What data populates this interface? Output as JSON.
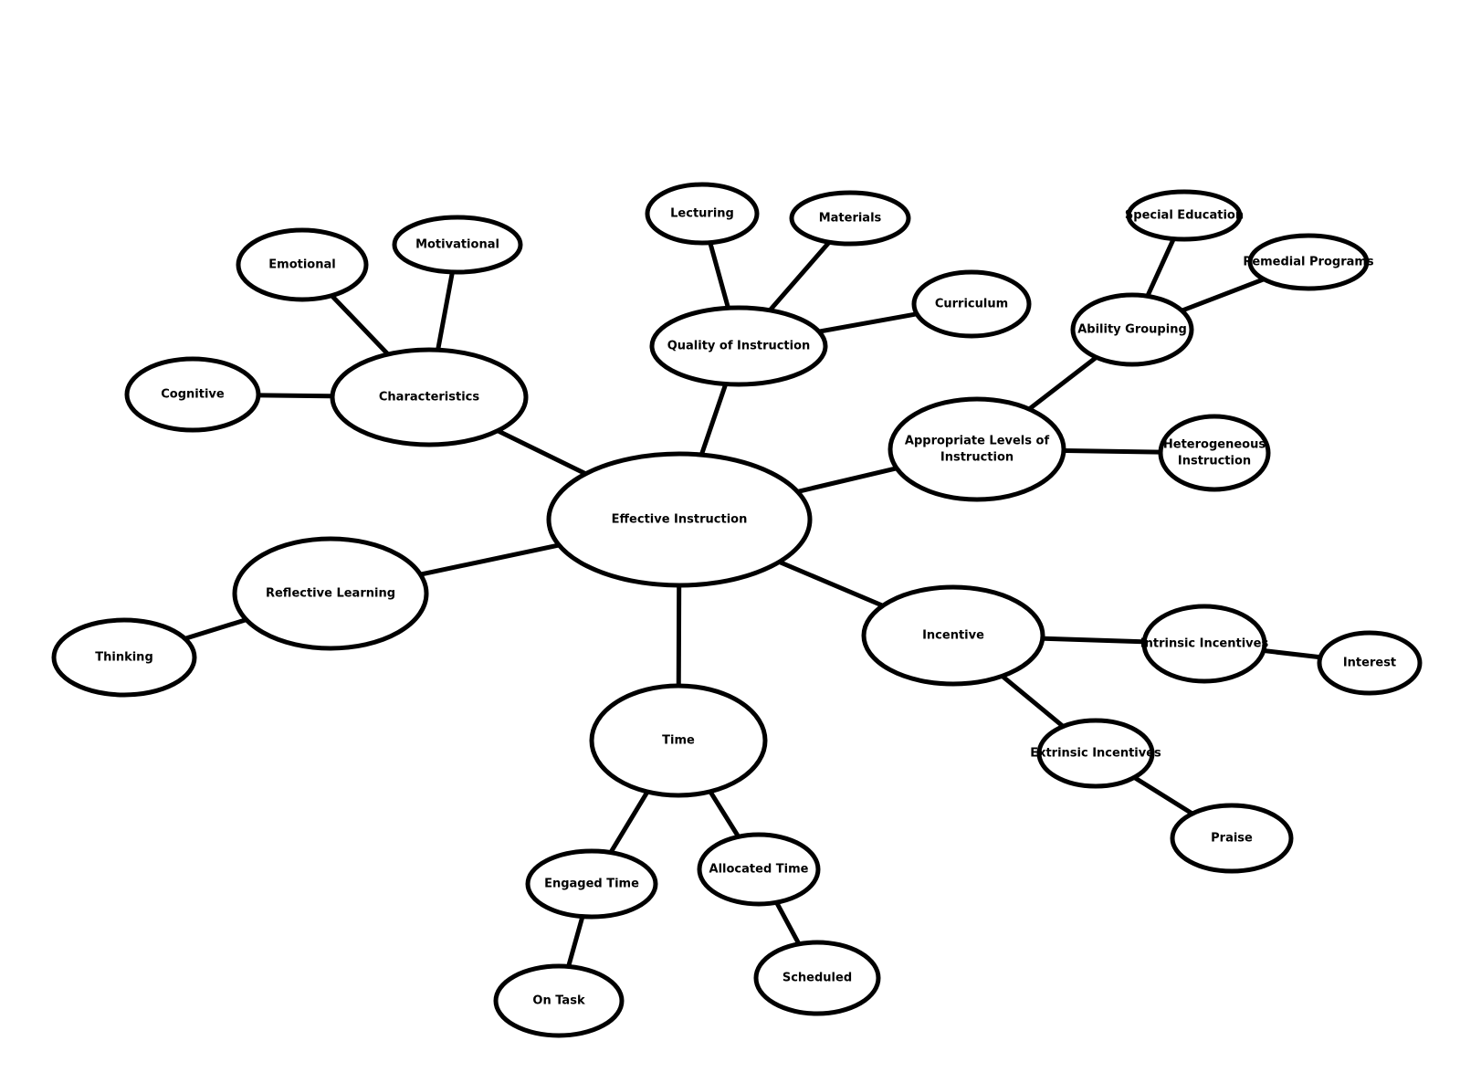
{
  "colors": {
    "background": "#ffffff",
    "stroke": "#000000",
    "text": "#000000"
  },
  "nodes": [
    {
      "id": "effective-instruction",
      "label": [
        "Effective Instruction"
      ]
    },
    {
      "id": "characteristics",
      "label": [
        "Characteristics"
      ]
    },
    {
      "id": "emotional",
      "label": [
        "Emotional"
      ]
    },
    {
      "id": "motivational",
      "label": [
        "Motivational"
      ]
    },
    {
      "id": "cognitive",
      "label": [
        "Cognitive"
      ]
    },
    {
      "id": "quality-of-instruction",
      "label": [
        "Quality of Instruction"
      ]
    },
    {
      "id": "lecturing",
      "label": [
        "Lecturing"
      ]
    },
    {
      "id": "materials",
      "label": [
        "Materials"
      ]
    },
    {
      "id": "curriculum",
      "label": [
        "Curriculum"
      ]
    },
    {
      "id": "appropriate-levels",
      "label": [
        "Appropriate Levels of",
        "Instruction"
      ]
    },
    {
      "id": "ability-grouping",
      "label": [
        "Ability Grouping"
      ]
    },
    {
      "id": "special-education",
      "label": [
        "Special Education"
      ]
    },
    {
      "id": "remedial-programs",
      "label": [
        "Remedial Programs"
      ]
    },
    {
      "id": "heterogeneous-instruction",
      "label": [
        "Heterogeneous",
        "Instruction"
      ]
    },
    {
      "id": "incentive",
      "label": [
        "Incentive"
      ]
    },
    {
      "id": "intrinsic-incentives",
      "label": [
        "Intrinsic Incentives"
      ]
    },
    {
      "id": "interest",
      "label": [
        "Interest"
      ]
    },
    {
      "id": "extrinsic-incentives",
      "label": [
        "Extrinsic Incentives"
      ]
    },
    {
      "id": "praise",
      "label": [
        "Praise"
      ]
    },
    {
      "id": "time",
      "label": [
        "Time"
      ]
    },
    {
      "id": "engaged-time",
      "label": [
        "Engaged Time"
      ]
    },
    {
      "id": "on-task",
      "label": [
        "On Task"
      ]
    },
    {
      "id": "allocated-time",
      "label": [
        "Allocated Time"
      ]
    },
    {
      "id": "scheduled",
      "label": [
        "Scheduled"
      ]
    },
    {
      "id": "reflective-learning",
      "label": [
        "Reflective Learning"
      ]
    },
    {
      "id": "thinking",
      "label": [
        "Thinking"
      ]
    }
  ],
  "edges": [
    [
      "effective-instruction",
      "characteristics"
    ],
    [
      "characteristics",
      "emotional"
    ],
    [
      "characteristics",
      "motivational"
    ],
    [
      "characteristics",
      "cognitive"
    ],
    [
      "effective-instruction",
      "quality-of-instruction"
    ],
    [
      "quality-of-instruction",
      "lecturing"
    ],
    [
      "quality-of-instruction",
      "materials"
    ],
    [
      "quality-of-instruction",
      "curriculum"
    ],
    [
      "effective-instruction",
      "appropriate-levels"
    ],
    [
      "appropriate-levels",
      "ability-grouping"
    ],
    [
      "ability-grouping",
      "special-education"
    ],
    [
      "ability-grouping",
      "remedial-programs"
    ],
    [
      "appropriate-levels",
      "heterogeneous-instruction"
    ],
    [
      "effective-instruction",
      "incentive"
    ],
    [
      "incentive",
      "intrinsic-incentives"
    ],
    [
      "intrinsic-incentives",
      "interest"
    ],
    [
      "incentive",
      "extrinsic-incentives"
    ],
    [
      "extrinsic-incentives",
      "praise"
    ],
    [
      "effective-instruction",
      "time"
    ],
    [
      "time",
      "engaged-time"
    ],
    [
      "engaged-time",
      "on-task"
    ],
    [
      "time",
      "allocated-time"
    ],
    [
      "allocated-time",
      "scheduled"
    ],
    [
      "effective-instruction",
      "reflective-learning"
    ],
    [
      "reflective-learning",
      "thinking"
    ]
  ]
}
